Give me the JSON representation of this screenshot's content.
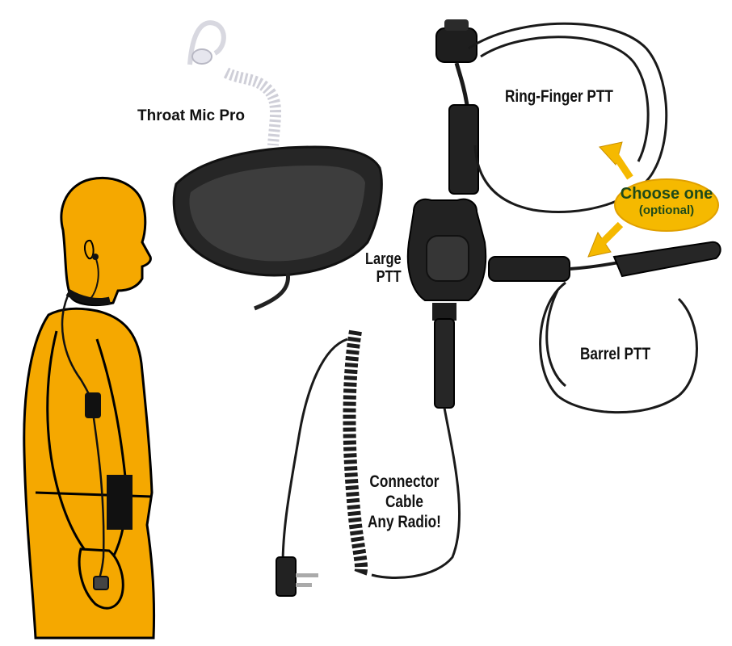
{
  "labels": {
    "throat_mic": "Throat Mic Pro",
    "ring_finger_ptt": "Ring-Finger PTT",
    "large_ptt_line1": "Large",
    "large_ptt_line2": "PTT",
    "barrel_ptt": "Barrel PTT",
    "connector_line1": "Connector",
    "connector_line2": "Cable",
    "connector_line3": "Any Radio!",
    "choose_one": "Choose one",
    "optional": "(optional)"
  },
  "colors": {
    "figure_fill": "#f5a800",
    "outline": "#000000",
    "badge_fill": "#f5b900",
    "badge_text": "#1e4a1a",
    "cable": "#1a1a1a"
  },
  "icons": {
    "figure": "person-wearing-headset-illustration",
    "arrow": "double-headed-arrow"
  }
}
